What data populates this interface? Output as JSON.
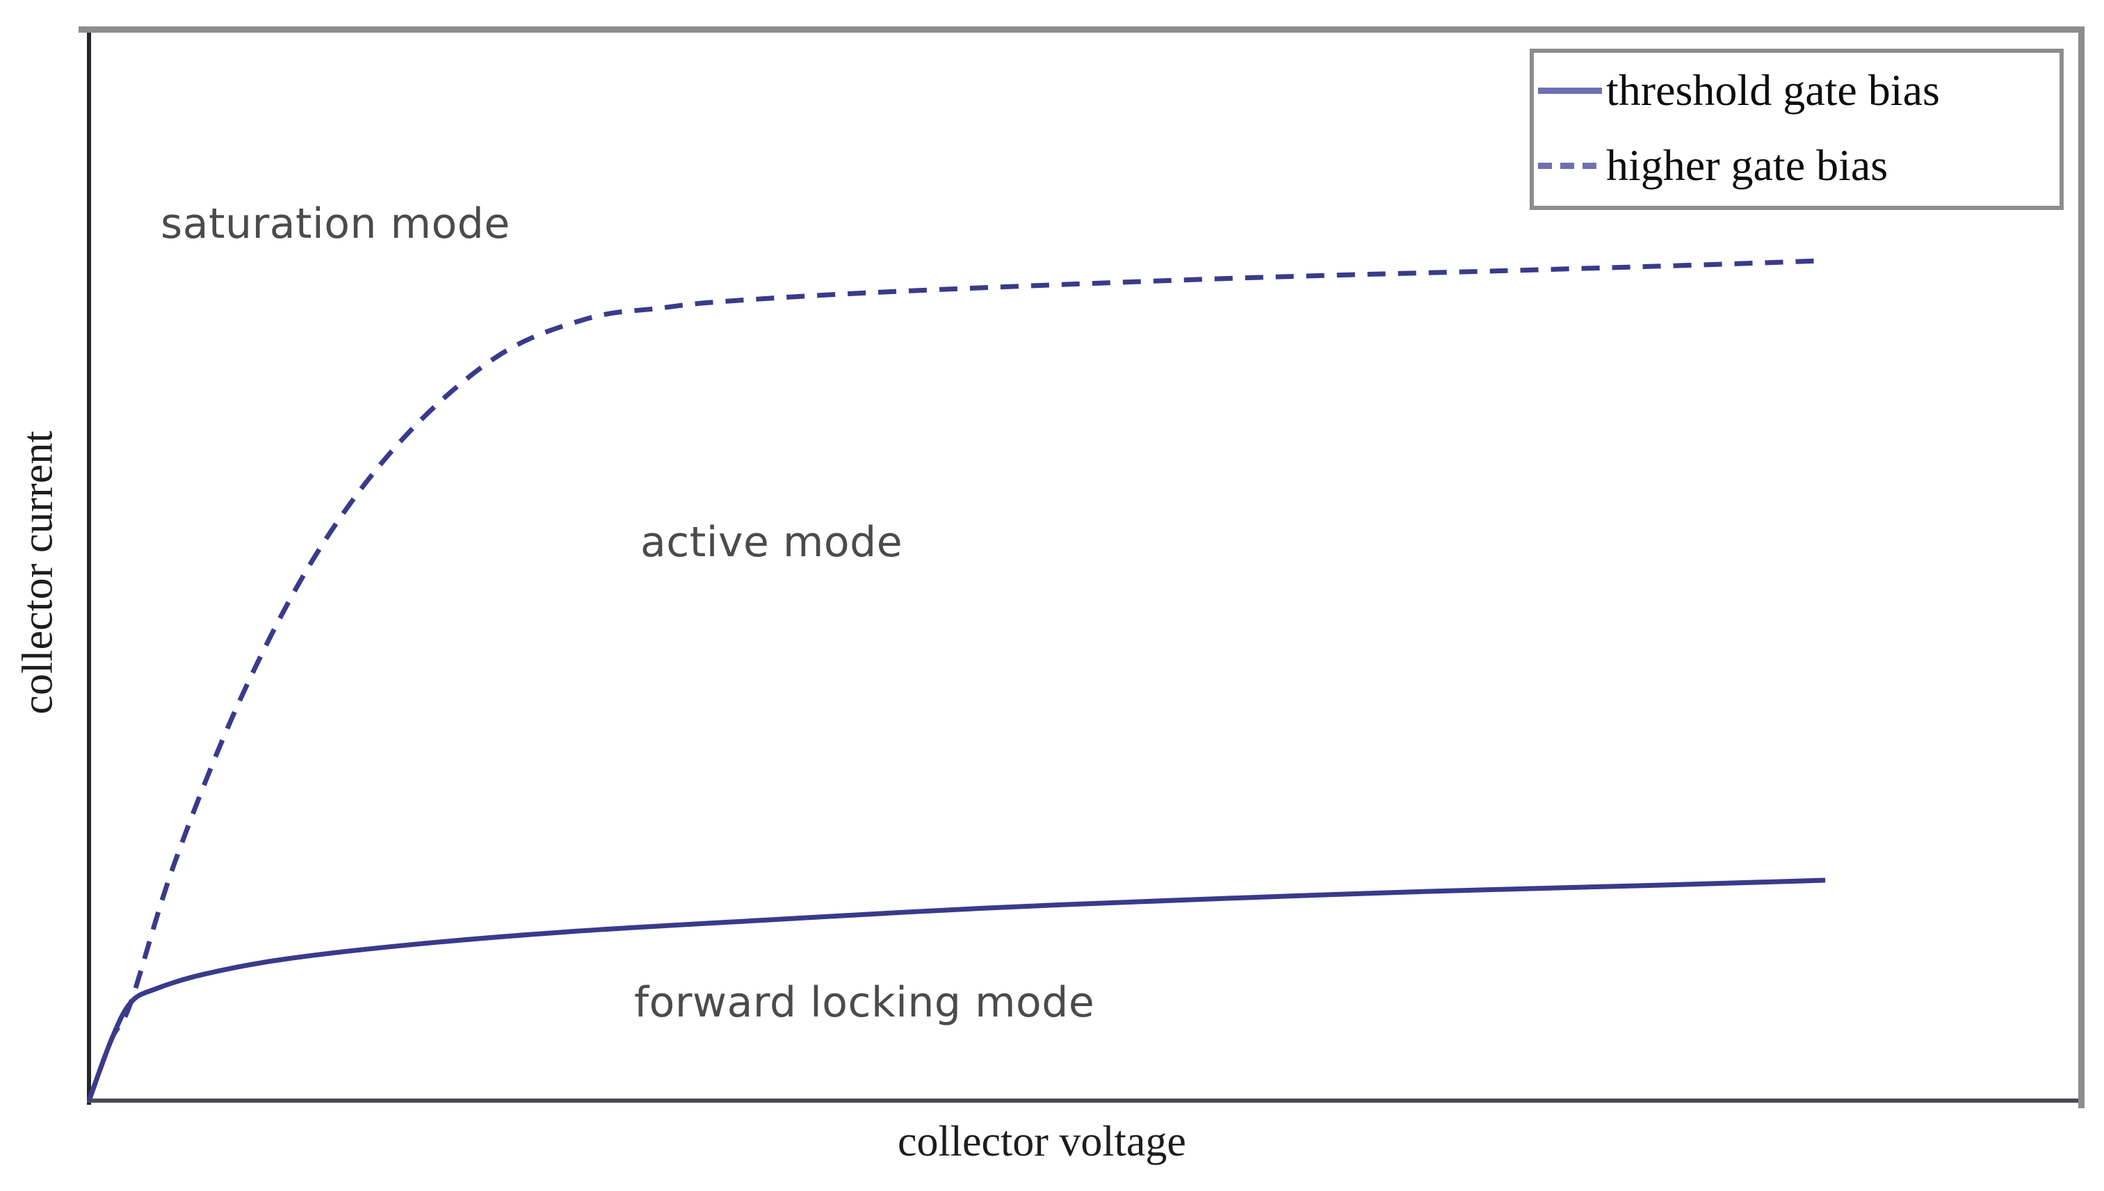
{
  "chart_data": {
    "type": "line",
    "title": "",
    "subtitle": "",
    "xlabel": "collector voltage",
    "ylabel": "collector current",
    "grid": false,
    "xlim": [
      0,
      1
    ],
    "ylim": [
      0,
      1
    ],
    "xticklabels": [],
    "yticklabels": [],
    "legend_position": "top-right",
    "axes_note": "Qualitative schematic: axes are unlabeled/unitless; values below are normalized 0-1 where x=0 is the y-axis and y=0 is the x-axis.",
    "series": [
      {
        "name": "threshold gate bias",
        "style": "solid",
        "color": "#3a3a8c",
        "x": [
          0.0,
          0.012,
          0.022,
          0.035,
          0.06,
          0.1,
          0.165,
          0.25,
          0.35,
          0.47,
          0.59,
          0.7,
          0.82,
          0.912
        ],
        "y": [
          0.0,
          0.06,
          0.095,
          0.108,
          0.122,
          0.136,
          0.15,
          0.163,
          0.174,
          0.186,
          0.195,
          0.202,
          0.208,
          0.213
        ]
      },
      {
        "name": "higher gate bias",
        "style": "dashed",
        "color": "#3a3a8c",
        "x": [
          0.0,
          0.012,
          0.022,
          0.045,
          0.08,
          0.12,
          0.165,
          0.215,
          0.262,
          0.3,
          0.33,
          0.4,
          0.5,
          0.62,
          0.74,
          0.85,
          0.912
        ],
        "y": [
          0.0,
          0.06,
          0.095,
          0.23,
          0.39,
          0.53,
          0.64,
          0.72,
          0.756,
          0.766,
          0.772,
          0.78,
          0.788,
          0.796,
          0.802,
          0.808,
          0.812
        ]
      }
    ],
    "annotations": [
      {
        "text": "saturation mode",
        "x": 0.05,
        "y": 0.845
      },
      {
        "text": "active mode",
        "x": 0.292,
        "y": 0.545
      },
      {
        "text": "forward locking mode",
        "x": 0.288,
        "y": 0.12
      }
    ]
  },
  "axis": {
    "x_title": "collector voltage",
    "y_title": "collector current"
  },
  "annotations": {
    "saturation": "saturation mode",
    "active": "active mode",
    "forward": "forward locking mode"
  },
  "legend": {
    "items": [
      {
        "label": "threshold gate bias",
        "style": "solid"
      },
      {
        "label": "higher gate bias",
        "style": "dashed"
      }
    ]
  },
  "colors": {
    "curve": "#3a3a8c",
    "legend_line": "#6f6fb4",
    "frame": "#8d8d8d",
    "axis": "#25252e",
    "annotation_text": "#4b4b4b",
    "title_text": "#1d1d1d",
    "background": "#ffffff"
  }
}
